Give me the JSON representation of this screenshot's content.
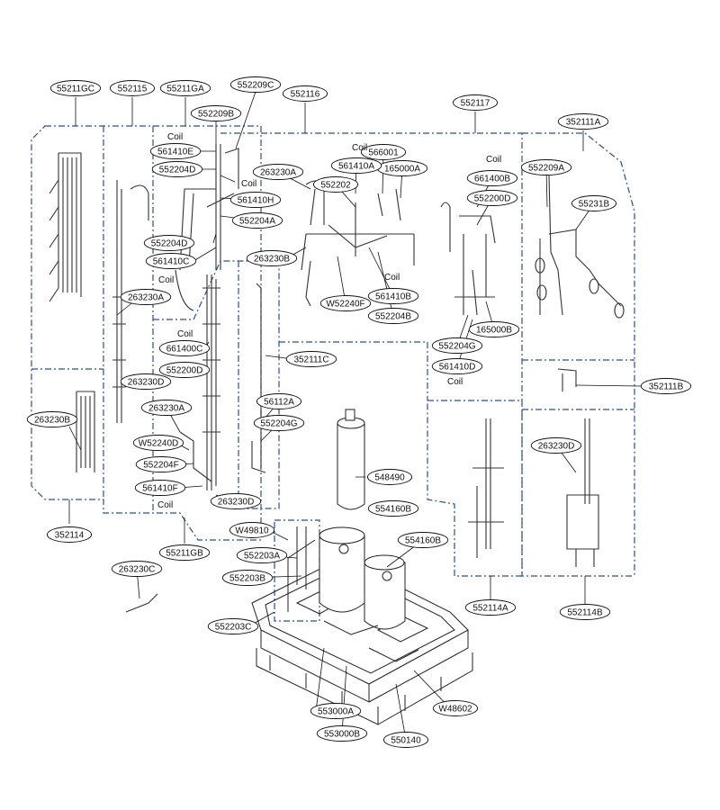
{
  "coil_text": "Coil",
  "parts": {
    "p552116": "552116",
    "p552117": "552117",
    "p352111A": "352111A",
    "p552209A": "552209A",
    "p55231B": "55231B",
    "p352111B": "352111B",
    "p263230D_r": "263230D",
    "p552114B": "552114B",
    "p552114A": "552114A",
    "p661400B": "661400B",
    "p552200D_r": "552200D",
    "p165000B": "165000B",
    "p552204G_r": "552204G",
    "p561410D": "561410D",
    "p566001": "566001",
    "p165000A": "165000A",
    "p561410A": "561410A",
    "p263230A_t": "263230A",
    "p552202": "552202",
    "p263230B_m": "263230B",
    "pW52240F_m": "W52240F",
    "p561410B": "561410B",
    "p552204B": "552204B",
    "p55211GC": "55211GC",
    "p552115": "552115",
    "p55211GA": "55211GA",
    "p552209C": "552209C",
    "p552209B": "552209B",
    "p561410E": "561410E",
    "p552204D_t": "552204D",
    "p561410H": "561410H",
    "p552204A": "552204A",
    "p552204D_b": "552204D",
    "p561410C": "561410C",
    "p263230A_l": "263230A",
    "p263230D_l": "263230D",
    "p263230B_l": "263230B",
    "p352114": "352114",
    "p661400C": "661400C",
    "p552200D_m": "552200D",
    "p263230A_m": "263230A",
    "pW52240D": "W52240D",
    "p552204F": "552204F",
    "p561410F": "561410F",
    "p263230D_m": "263230D",
    "p352111C": "352111C",
    "p56112A": "56112A",
    "p552204G_m": "552204G",
    "p55211GB": "55211GB",
    "p548490": "548490",
    "p554160B_a": "554160B",
    "p554160B_b": "554160B",
    "pW49810": "W49810",
    "p552203A": "552203A",
    "p552203B": "552203B",
    "p552203C": "552203C",
    "p263230C": "263230C",
    "p553000A": "553000A",
    "p553000B": "553000B",
    "p550140": "550140",
    "pW48602": "W48602"
  }
}
